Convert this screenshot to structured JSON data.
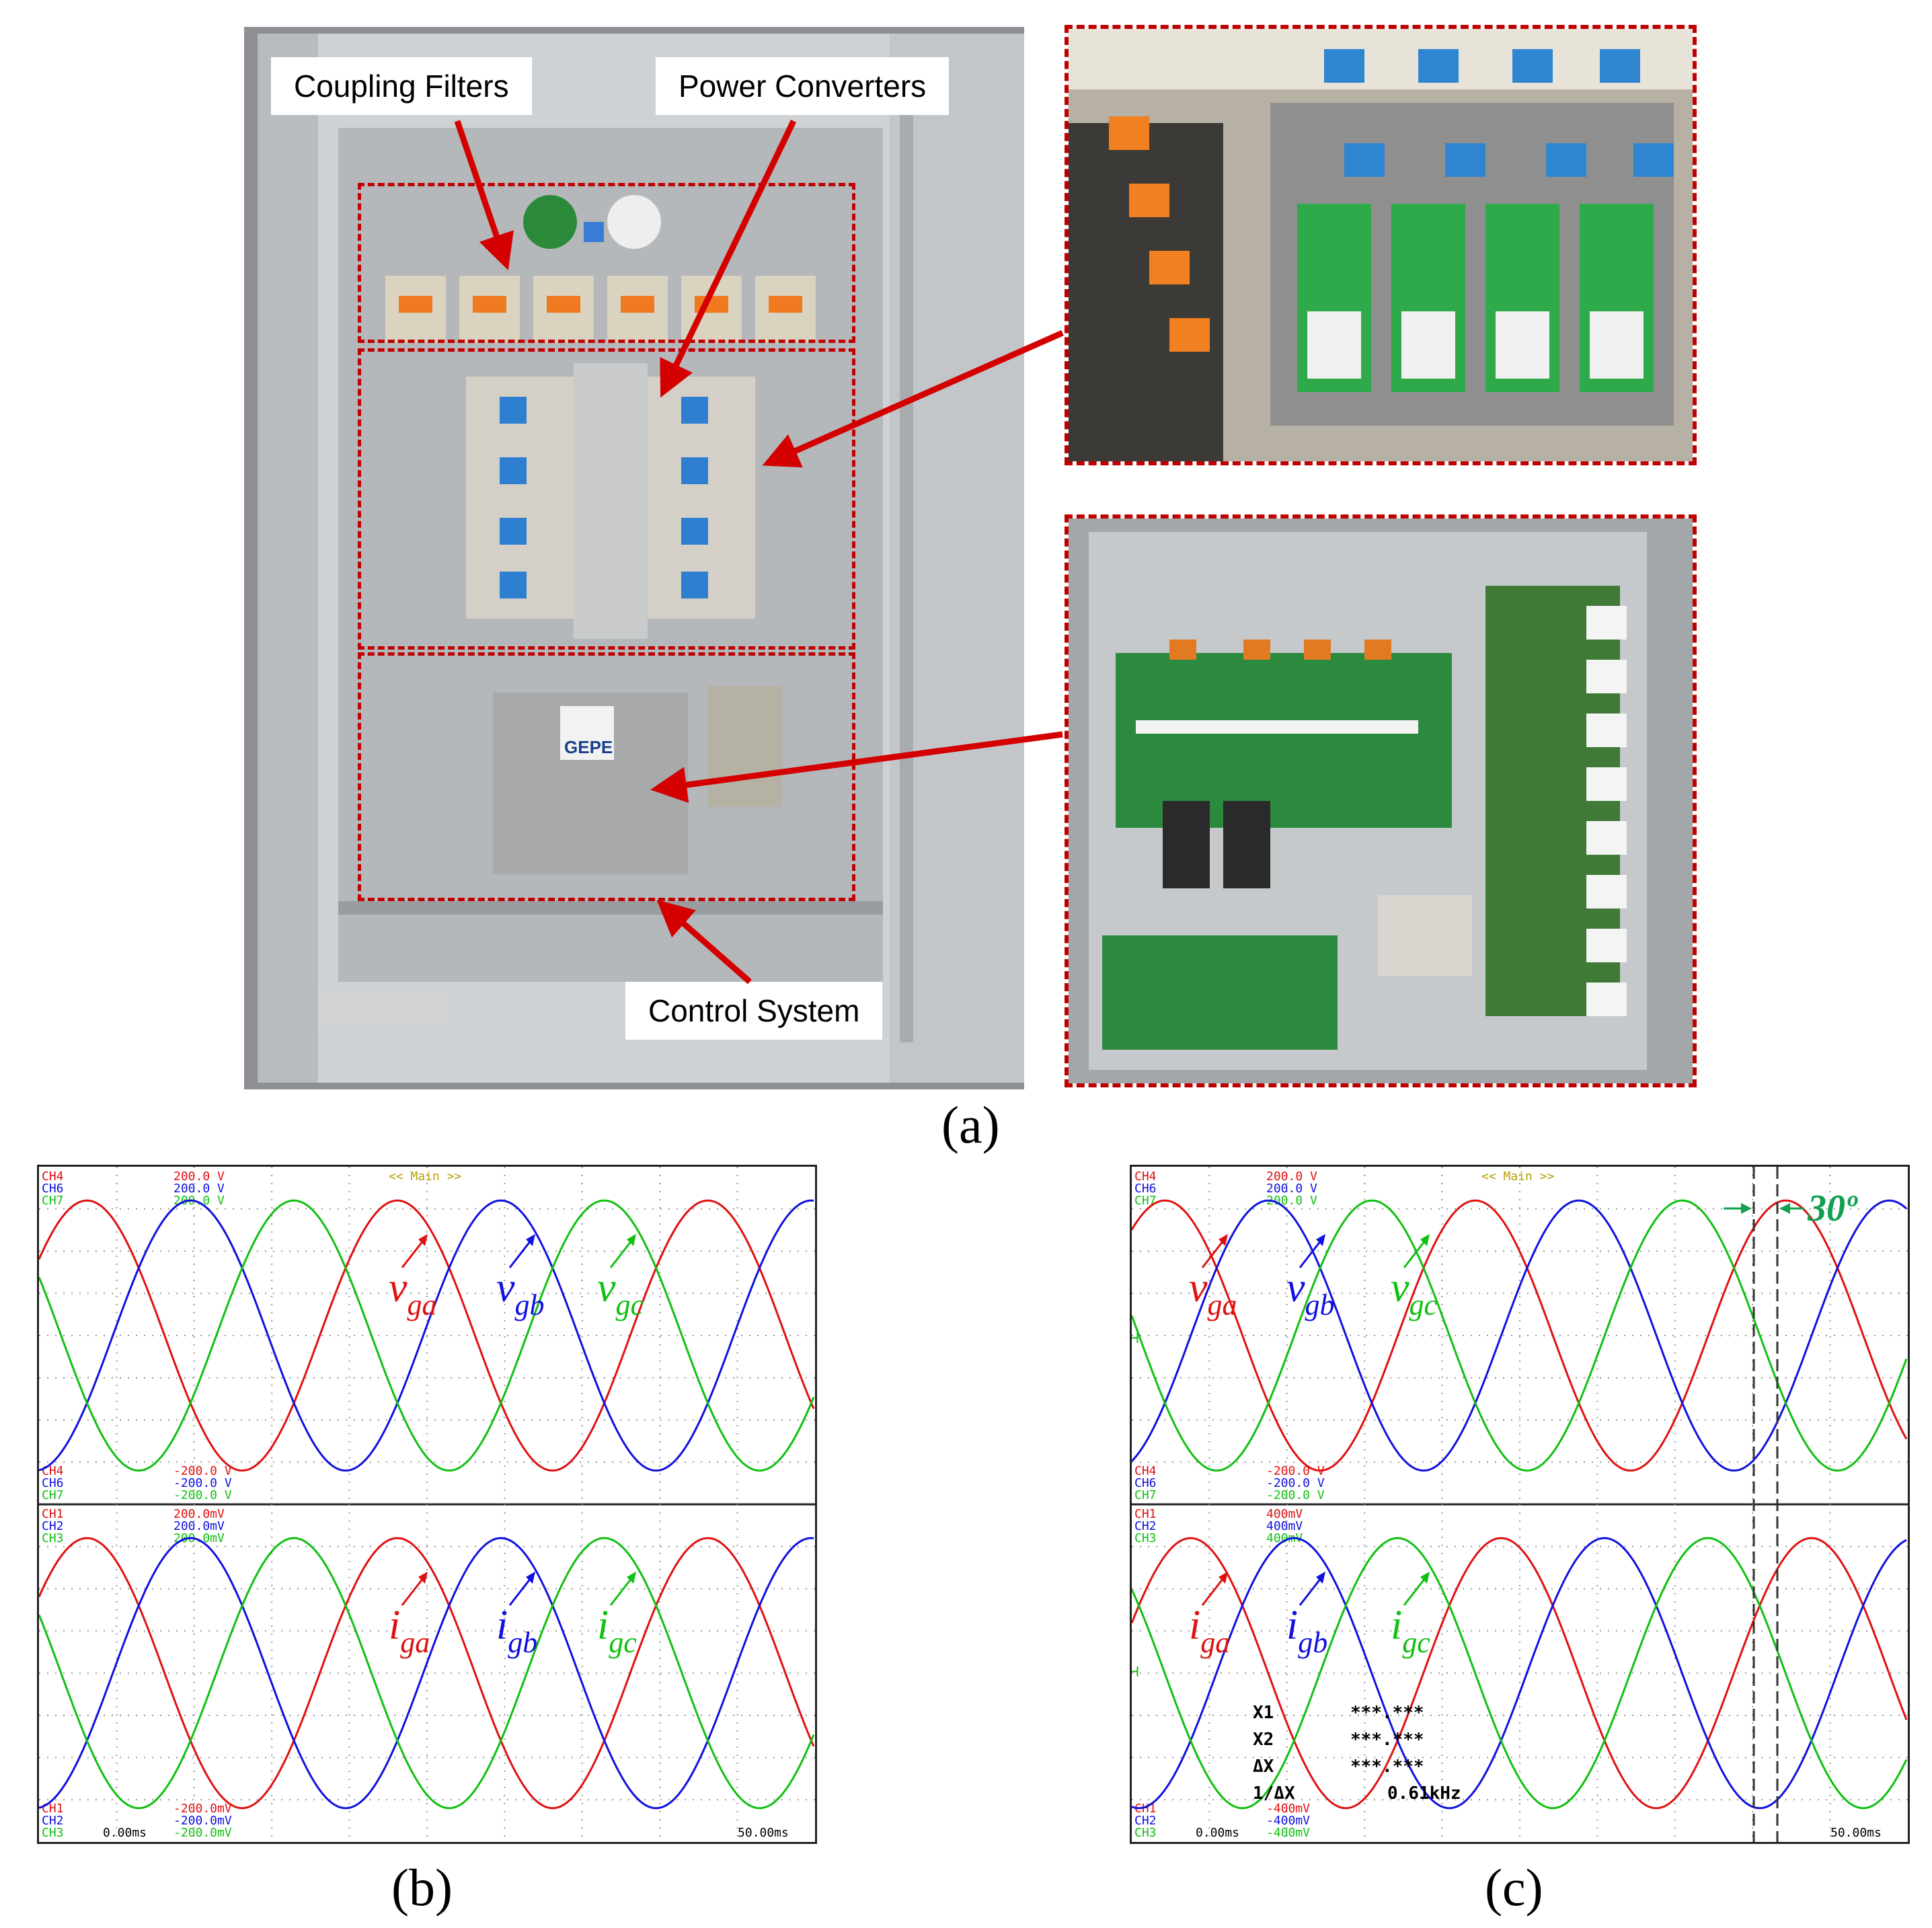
{
  "panel_a": {
    "caption": "(a)",
    "callouts": {
      "coupling_filters": "Coupling Filters",
      "power_converters": "Power Converters",
      "control_system": "Control System"
    },
    "logo_text": [
      "GEPE"
    ]
  },
  "panel_b": {
    "caption": "(b)",
    "top": {
      "header": "<< Main >>",
      "scale_top": [
        {
          "ch": "CH4",
          "val": "200.0 V",
          "color": "#e01010"
        },
        {
          "ch": "CH6",
          "val": "200.0 V",
          "color": "#1010e0"
        },
        {
          "ch": "CH7",
          "val": "200.0 V",
          "color": "#10c010"
        }
      ],
      "scale_bottom": [
        {
          "ch": "CH4",
          "val": "-200.0 V",
          "color": "#e01010"
        },
        {
          "ch": "CH6",
          "val": "-200.0 V",
          "color": "#1010e0"
        },
        {
          "ch": "CH7",
          "val": "-200.0 V",
          "color": "#10c010"
        }
      ],
      "labels": [
        {
          "main": "v",
          "sub": "ga",
          "color": "#e01010"
        },
        {
          "main": "v",
          "sub": "gb",
          "color": "#1010e0"
        },
        {
          "main": "v",
          "sub": "gc",
          "color": "#10c010"
        }
      ]
    },
    "bottom": {
      "scale_top": [
        {
          "ch": "CH1",
          "val": "200.0mV",
          "color": "#e01010"
        },
        {
          "ch": "CH2",
          "val": "200.0mV",
          "color": "#1010e0"
        },
        {
          "ch": "CH3",
          "val": "200.0mV",
          "color": "#10c010"
        }
      ],
      "scale_bottom": [
        {
          "ch": "CH1",
          "val": "-200.0mV",
          "color": "#e01010"
        },
        {
          "ch": "CH2",
          "val": "-200.0mV",
          "color": "#1010e0"
        },
        {
          "ch": "CH3",
          "val": "-200.0mV",
          "color": "#10c010"
        }
      ],
      "labels": [
        {
          "main": "i",
          "sub": "ga",
          "color": "#e01010"
        },
        {
          "main": "i",
          "sub": "gb",
          "color": "#1010e0"
        },
        {
          "main": "i",
          "sub": "gc",
          "color": "#10c010"
        }
      ]
    },
    "time_start": "0.00ms",
    "time_end": "50.00ms"
  },
  "panel_c": {
    "caption": "(c)",
    "phase_label": "30º",
    "top": {
      "header": "<< Main >>",
      "scale_top": [
        {
          "ch": "CH4",
          "val": "200.0 V",
          "color": "#e01010"
        },
        {
          "ch": "CH6",
          "val": "200.0 V",
          "color": "#1010e0"
        },
        {
          "ch": "CH7",
          "val": "200.0 V",
          "color": "#10c010"
        }
      ],
      "scale_bottom": [
        {
          "ch": "CH4",
          "val": "-200.0 V",
          "color": "#e01010"
        },
        {
          "ch": "CH6",
          "val": "-200.0 V",
          "color": "#1010e0"
        },
        {
          "ch": "CH7",
          "val": "-200.0 V",
          "color": "#10c010"
        }
      ],
      "labels": [
        {
          "main": "v",
          "sub": "ga",
          "color": "#e01010"
        },
        {
          "main": "v",
          "sub": "gb",
          "color": "#1010e0"
        },
        {
          "main": "v",
          "sub": "gc",
          "color": "#10c010"
        }
      ]
    },
    "bottom": {
      "scale_top": [
        {
          "ch": "CH1",
          "val": "400mV",
          "color": "#e01010"
        },
        {
          "ch": "CH2",
          "val": "400mV",
          "color": "#1010e0"
        },
        {
          "ch": "CH3",
          "val": "400mV",
          "color": "#10c010"
        }
      ],
      "scale_bottom": [
        {
          "ch": "CH1",
          "val": "-400mV",
          "color": "#e01010"
        },
        {
          "ch": "CH2",
          "val": "-400mV",
          "color": "#1010e0"
        },
        {
          "ch": "CH3",
          "val": "-400mV",
          "color": "#10c010"
        }
      ],
      "labels": [
        {
          "main": "i",
          "sub": "ga",
          "color": "#e01010"
        },
        {
          "main": "i",
          "sub": "gb",
          "color": "#1010e0"
        },
        {
          "main": "i",
          "sub": "gc",
          "color": "#10c010"
        }
      ]
    },
    "cursor_readout": [
      {
        "label": "X1",
        "value": "***.***"
      },
      {
        "label": "X2",
        "value": "***.***"
      },
      {
        "label": "ΔX",
        "value": "***.***"
      },
      {
        "label": "1/ΔX",
        "value": "0.61kHz"
      }
    ],
    "time_start": "0.00ms",
    "time_end": "50.00ms"
  },
  "colors": {
    "frame_red": "#c00000",
    "arrow_red": "#d40000",
    "trace_red": "#e01010",
    "trace_blue": "#1010e0",
    "trace_green": "#10c010"
  }
}
